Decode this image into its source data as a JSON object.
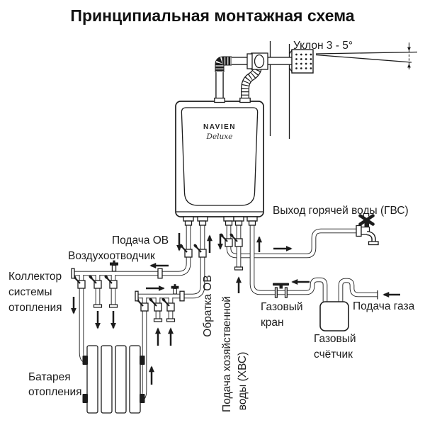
{
  "title": "Принципиальная монтажная схема",
  "boiler": {
    "brand": "NAVIEN",
    "model": "Deluxe"
  },
  "labels": {
    "slope": "Уклон 3 - 5°",
    "dhw_output": "Выход горячей воды (ГВС)",
    "supply_ov": "Подача ОВ",
    "air_vent": "Воздухоотводчик",
    "collector_line1": "Коллектор",
    "collector_line2": "системы",
    "collector_line3": "отопления",
    "return_ov": "Обратка ОВ",
    "cold_water_line1": "Подача хозяйственной",
    "cold_water_line2": "воды (ХВС)",
    "gas_valve_line1": "Газовый",
    "gas_valve_line2": "кран",
    "gas_supply": "Подача газа",
    "gas_meter_line1": "Газовый",
    "gas_meter_line2": "счётчик",
    "radiator_line1": "Батарея",
    "radiator_line2": "отопления"
  },
  "colors": {
    "ink": "#1c1c1c",
    "background": "#ffffff"
  }
}
